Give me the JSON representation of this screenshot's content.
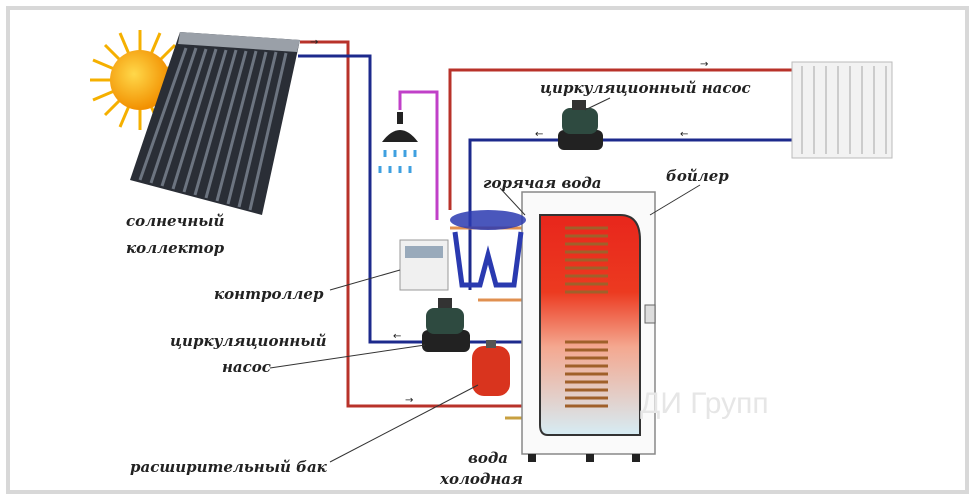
{
  "labels": {
    "solar_collector_1": "солнечный",
    "solar_collector_2": "коллектор",
    "controller": "контроллер",
    "pump_lower_1": "циркуляционный",
    "pump_lower_2": "насос",
    "expansion_tank": "расширительный бак",
    "cold_water_1": "вода",
    "cold_water_2": "холодная",
    "hot_water": "горячая вода",
    "boiler": "бойлер",
    "pump_upper": "циркуляционный насос"
  },
  "watermark": "ДИ Групп",
  "colors": {
    "hot_pipe": "#b8322a",
    "cold_pipe": "#1c2a8c",
    "shower_pipe": "#c040c8",
    "tank": "#e8261c"
  }
}
